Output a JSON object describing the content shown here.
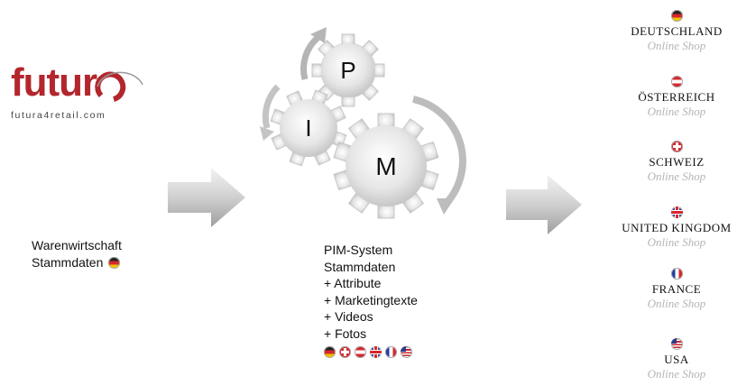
{
  "logo": {
    "wordmark": "futura",
    "tagline": "futura4retail.com",
    "brand_color": "#b3262d"
  },
  "left": {
    "line1": "Warenwirtschaft",
    "line2": "Stammdaten",
    "flag": "de"
  },
  "gears": {
    "top_letter": "P",
    "left_letter": "I",
    "right_letter": "M"
  },
  "middle": {
    "lines": [
      "PIM-System",
      "Stammdaten",
      "+ Attribute",
      "+ Marketingtexte",
      "+ Videos",
      "+ Fotos"
    ],
    "flags": [
      "de",
      "ch",
      "at",
      "uk",
      "fr",
      "us"
    ]
  },
  "shops": [
    {
      "flag": "de",
      "country": "DEUTSCHLAND",
      "sub": "Online Shop"
    },
    {
      "flag": "at",
      "country": "ÖSTERREICH",
      "sub": "Online Shop"
    },
    {
      "flag": "ch",
      "country": "SCHWEIZ",
      "sub": "Online Shop"
    },
    {
      "flag": "uk",
      "country": "UNITED KINGDOM",
      "sub": "Online Shop"
    },
    {
      "flag": "fr",
      "country": "FRANCE",
      "sub": "Online Shop"
    },
    {
      "flag": "us",
      "country": "USA",
      "sub": "Online Shop"
    }
  ]
}
